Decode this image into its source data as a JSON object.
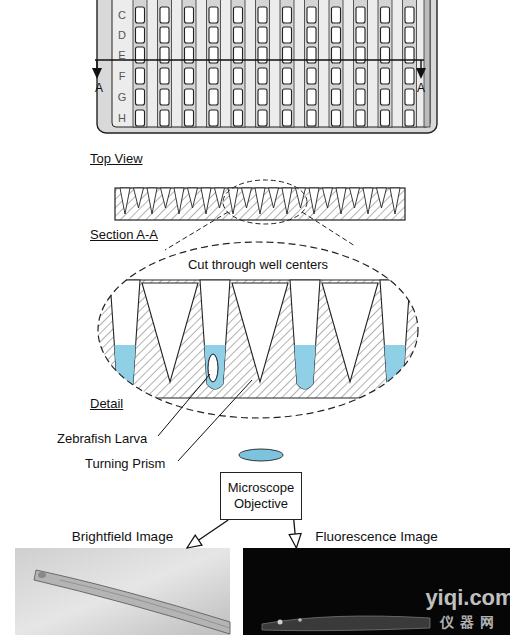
{
  "diagram": {
    "nodes": [
      {
        "text": [
          "Microscope Objective"
        ]
      },
      {
        "text": [
          "Brightfield Image"
        ]
      },
      {
        "text": [
          "Fluorescence Image"
        ]
      }
    ],
    "edges": [
      {
        "from": 0,
        "to": 1,
        "arrow": "to"
      },
      {
        "from": 0,
        "to": 2,
        "arrow": "to"
      }
    ],
    "labels": [
      "C",
      "D",
      "E",
      "F",
      "G",
      "H",
      "A",
      "A",
      "Top View",
      "Section A-A",
      "Cut through well centers",
      "Detail",
      "Zebrafish Larva",
      "Turning Prism",
      "yiqi.com",
      "仪器网"
    ]
  }
}
